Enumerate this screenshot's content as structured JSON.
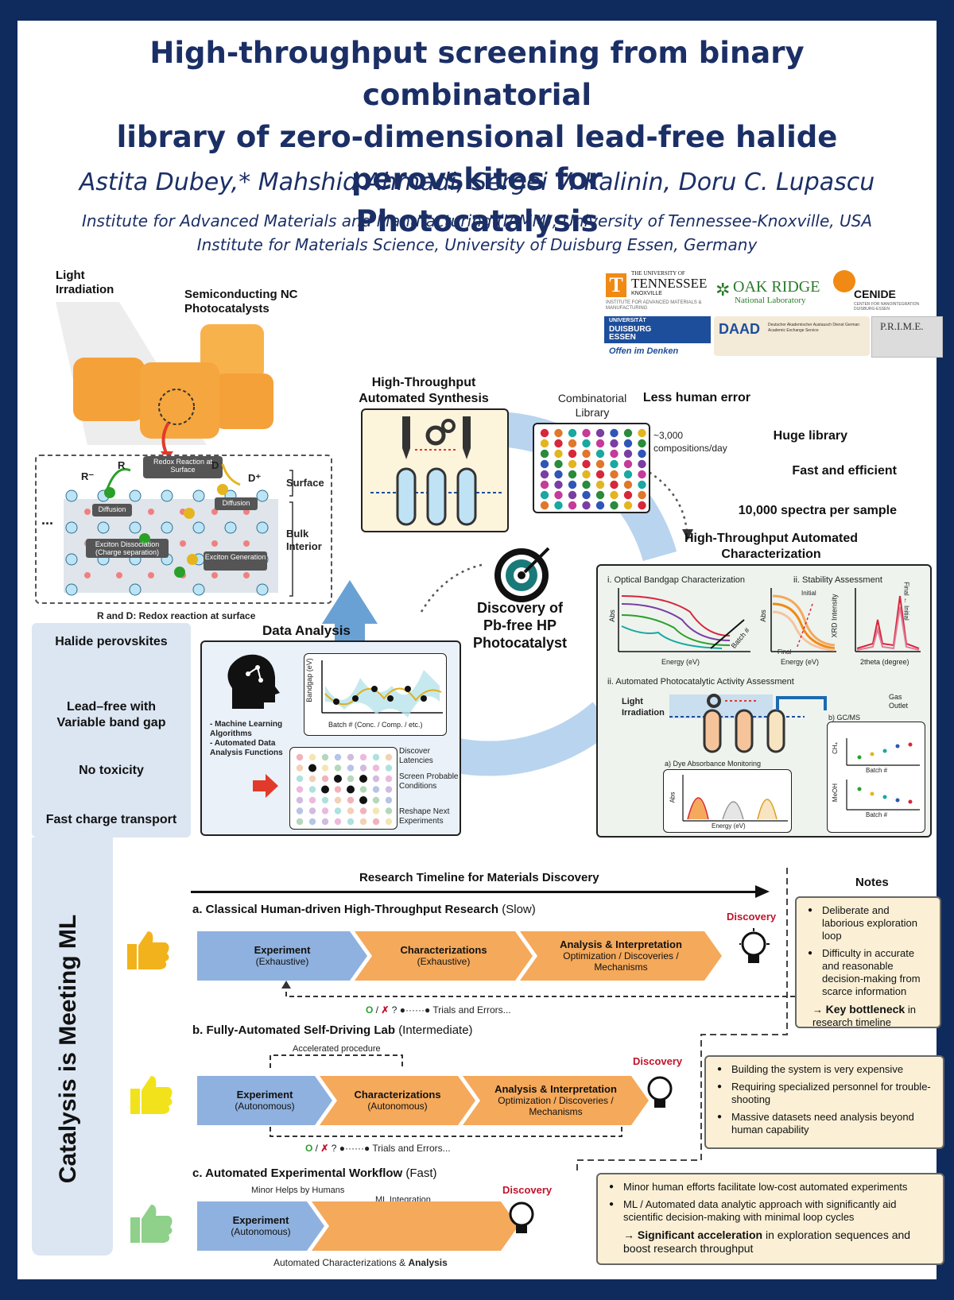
{
  "header": {
    "title_line1": "High-throughput screening from binary combinatorial",
    "title_line2": "library of zero-dimensional lead-free halide perovskites for",
    "title_line3": "Photocatalysis",
    "authors": "Astita Dubey,* Mahshid Ahmadi, Sergei V. Kalinin, Doru C. Lupascu",
    "affiliation1": "Institute for Advanced Materials and Manufacturing (IAMM), University of Tennessee-Knoxville, USA",
    "affiliation2": "Institute for Materials Science, University of Duisburg Essen, Germany"
  },
  "logos": {
    "tennessee_top": "THE UNIVERSITY OF",
    "tennessee": "TENNESSEE",
    "knoxville": "KNOXVILLE",
    "iamm": "INSTITUTE FOR ADVANCED MATERIALS & MANUFACTURING",
    "ornl": "OAK RIDGE",
    "ornl_sub": "National Laboratory",
    "cenide": "CENIDE",
    "cenide_sub": "CENTER FOR NANOINTEGRATION DUISBURG-ESSEN",
    "ude_top": "UNIVERSITÄT",
    "ude": "DUISBURG ESSEN",
    "ude_slogan": "Offen im Denken",
    "daad": "DAAD",
    "daad_sub": "Deutscher Akademischer Austausch Dienst German Academic Exchange Service",
    "prime": "P.R.I.M.E."
  },
  "photocatalyst": {
    "light": "Light Irradiation",
    "nc": "Semiconducting NC Photocatalysts",
    "r_minus": "R⁻",
    "r": "R",
    "d": "D",
    "d_plus": "D⁺",
    "redox": "Redox Reaction at Surface",
    "diffusion1": "Diffusion",
    "diffusion2": "Diffusion",
    "exciton_diss": "Exciton Dissociation (Charge separation)",
    "exciton_gen": "Exciton Generation",
    "surface": "Surface",
    "bulk": "Bulk Interior",
    "dots": "...",
    "caption": "R and D: Redox reaction at surface"
  },
  "synthesis": {
    "title": "High-Throughput Automated Synthesis",
    "library_title": "Combinatorial Library",
    "rate": "~3,000 compositions/day"
  },
  "benefits": [
    "Less human error",
    "Huge library",
    "Fast and efficient",
    "10,000 spectra per sample"
  ],
  "sidebar": [
    "Halide perovskites",
    "Lead–free with Variable band gap",
    "No toxicity",
    "Fast charge transport"
  ],
  "vertical_label": "Catalysis is Meeting ML",
  "discovery_center": "Discovery of Pb-free HP Photocatalyst",
  "data_analysis": {
    "title": "Data Analysis",
    "ylabel": "Bandgap (eV)",
    "xlabel": "Batch # (Conc. / Comp. / etc.)",
    "bullets": "- Machine Learning Algorithms\n- Automated Data Analysis Functions",
    "actions": [
      "Discover Latencies",
      "Screen Probable Conditions",
      "Reshape Next Experiments"
    ]
  },
  "characterization": {
    "title": "High-Throughput Automated Characterization",
    "optical": "i. Optical Bandgap Characterization",
    "stability": "ii. Stability Assessment",
    "abs": "Abs",
    "energy": "Energy (eV)",
    "batch": "Batch #",
    "initial": "Initial",
    "final": "Final",
    "xrd": "XRD Intensity",
    "two_theta": "2theta (degree)",
    "final_initial": "Final ← Initial",
    "activity": "ii. Automated Photocatalytic Activity Assessment",
    "light": "Light Irradiation",
    "gas": "Gas Outlet",
    "gcms": "b) GC/MS",
    "dye": "a) Dye Absorbance Monitoring",
    "ch4": "CH₄",
    "meoh": "MeOH",
    "ellipsis": "..."
  },
  "timeline": {
    "title": "Research Timeline for Materials Discovery",
    "notes_title": "Notes",
    "discovery": "Discovery",
    "trials": "Trials and Errors...",
    "a_title": "a. Classical Human-driven High-Throughput Research",
    "a_speed": "(Slow)",
    "a_steps": [
      {
        "name": "Experiment",
        "sub": "(Exhaustive)"
      },
      {
        "name": "Characterizations",
        "sub": "(Exhaustive)"
      },
      {
        "name": "Analysis & Interpretation",
        "sub": "Optimization / Discoveries / Mechanisms"
      }
    ],
    "b_title": "b. Fully-Automated Self-Driving Lab",
    "b_speed": "(Intermediate)",
    "b_accel": "Accelerated procedure",
    "b_steps": [
      {
        "name": "Experiment",
        "sub": "(Autonomous)"
      },
      {
        "name": "Characterizations",
        "sub": "(Autonomous)"
      },
      {
        "name": "Analysis & Interpretation",
        "sub": "Optimization / Discoveries / Mechanisms"
      }
    ],
    "c_title": "c. Automated Experimental Workflow",
    "c_speed": "(Fast)",
    "c_minor": "Minor Helps by Humans",
    "c_ml": "ML Integration",
    "c_steps": [
      {
        "name": "Experiment",
        "sub": "(Autonomous)"
      }
    ],
    "c_footer_plain": "Automated  Characterizations  &",
    "c_footer_bold": "Analysis",
    "qmark": "?"
  },
  "notes": {
    "a": [
      "Deliberate and laborious exploration loop",
      "Difficulty in accurate and reasonable decision-making from scarce information"
    ],
    "a_key_arrow": "→",
    "a_key_bold": "Key bottleneck",
    "a_key_rest": "in research timeline",
    "b": [
      "Building the system is very expensive",
      "Requiring specialized personnel for trouble-shooting",
      "Massive datasets need analysis beyond human capability"
    ],
    "c": [
      "Minor human efforts facilitate low-cost automated experiments",
      "ML / Automated data analytic approach with significantly aid scientific decision-making with minimal loop cycles"
    ],
    "c_key_arrow": "→",
    "c_key_bold": "Significant acceleration",
    "c_key_rest": "in exploration sequences and boost research throughput"
  },
  "colors": {
    "navy": "#0f2a5c",
    "title_blue": "#1b2f66",
    "flow_blue": "#8fb1df",
    "flow_orange": "#f5a95b",
    "discovery_red": "#c0142b",
    "notes_bg": "#fbf0d6",
    "sidebar_bg": "#dce6f2"
  },
  "library_dot_colors": [
    "#d8263a",
    "#2f55b7",
    "#1aa8a0",
    "#e3b51f",
    "#7a3ea3",
    "#e0772a",
    "#2a8b3a",
    "#c63a9a"
  ]
}
